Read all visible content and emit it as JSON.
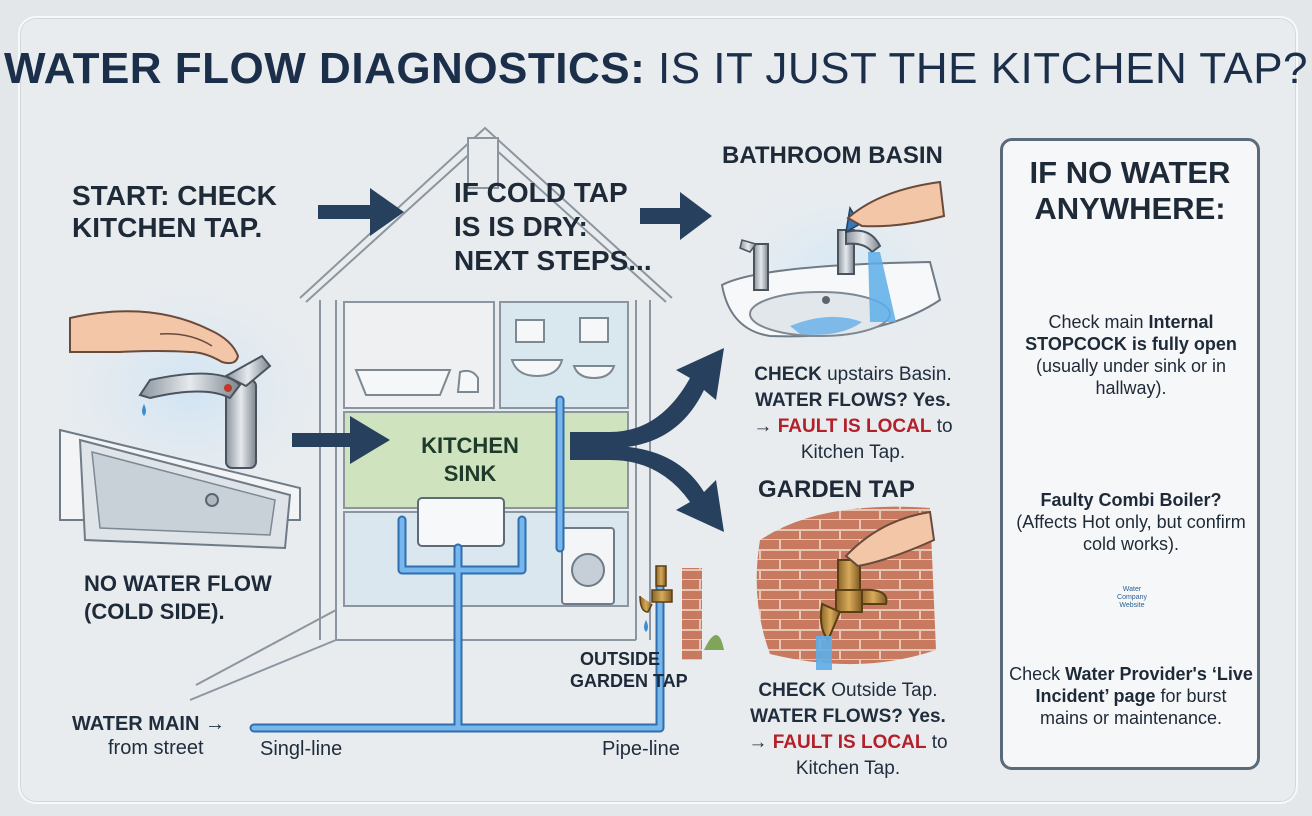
{
  "title": {
    "bold": "WATER FLOW DIAGNOSTICS:",
    "rest": "IS IT JUST THE KITCHEN TAP?"
  },
  "start": {
    "line1": "START: CHECK",
    "line2": "KITCHEN TAP."
  },
  "no_water": {
    "line1": "NO WATER FLOW",
    "line2": "(COLD SIDE)."
  },
  "cold_tap": {
    "line1": "IF COLD TAP",
    "line2": "IS IS DRY:",
    "line3": "NEXT STEPS..."
  },
  "kitchen_sink": {
    "line1": "KITCHEN",
    "line2": "SINK"
  },
  "bathroom": {
    "label": "BATHROOM BASIN"
  },
  "basin_check": {
    "check": "CHECK",
    "check_rest": "upstairs Basin.",
    "flows": "WATER FLOWS? Yes.",
    "fault_arrow": "→",
    "fault": "FAULT IS LOCAL",
    "fault_rest": "to",
    "target": "Kitchen Tap."
  },
  "garden": {
    "label": "GARDEN TAP"
  },
  "garden_check": {
    "check": "CHECK",
    "check_rest": "Outside Tap.",
    "flows": "WATER FLOWS? Yes.",
    "fault_arrow": "→",
    "fault": "FAULT IS LOCAL",
    "fault_rest": "to",
    "target": "Kitchen Tap."
  },
  "outside_tap": {
    "line1": "OUTSIDE",
    "line2": "GARDEN TAP"
  },
  "water_main": {
    "line1": "WATER MAIN →",
    "line2": "from street"
  },
  "pipe_labels": {
    "left": "Singl-line",
    "right": "Pipe-line"
  },
  "panel": {
    "title1": "IF NO WATER",
    "title2": "ANYWHERE:",
    "stopcock": {
      "pre": "Check main",
      "bold": "Internal STOPCOCK is fully open",
      "rest": "(usually under sink or in hallway)."
    },
    "boiler": {
      "bold": "Faulty Combi Boiler?",
      "rest": "(Affects Hot only, but confirm cold works)."
    },
    "provider": {
      "pre": "Check",
      "bold": "Water Provider's ‘Live Incident’ page",
      "rest": "for burst mains or maintenance."
    },
    "phone_screen": {
      "line1": "Water",
      "line2": "Company",
      "line3": "Website"
    }
  },
  "colors": {
    "navy": "#26405d",
    "pipe": "#4f93d6",
    "fault_red": "#b3202a",
    "green": "#cfe3bf",
    "brick": "#c4735b"
  }
}
